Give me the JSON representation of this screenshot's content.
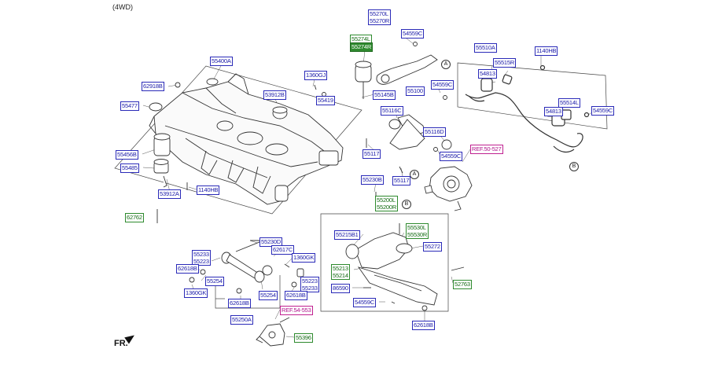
{
  "header": {
    "variant_note": "(4WD)"
  },
  "footer": {
    "direction_label": "FR."
  },
  "labels": {
    "l55400A": "55400A",
    "l62918B": "62918B",
    "l55477": "55477",
    "l55456B": "55456B",
    "l55485": "55485",
    "l53912A": "53912A",
    "l1140HB_a": "1140HB",
    "l62762": "62762",
    "l1360GJ": "1360GJ",
    "l55419": "55419",
    "l53912B": "53912B",
    "l55270L": "55270L",
    "l55270R": "55270R",
    "l55274L": "55274L",
    "l55274R": "55274R",
    "l54559C_a": "54559C",
    "l55145B": "55145B",
    "l55100": "55100",
    "l54559C_b": "54559C",
    "l55116C": "55116C",
    "l55116D": "55116D",
    "l55117_a": "55117",
    "l55117_b": "55117",
    "l54559C_c": "54559C",
    "l55230B": "55230B",
    "l55200L": "55200L",
    "l55200R": "55200R",
    "l55510A": "55510A",
    "l1140HB_b": "1140HB",
    "l55515R": "55515R",
    "l54813_a": "54813",
    "l55514L": "55514L",
    "l54813_b": "54813",
    "l54559C_d": "54559C",
    "lREF50527": "REF.50-527",
    "l55233_a": "55233",
    "l55223_a": "55223",
    "l62618B_a": "62618B",
    "l1360GK_a": "1360GK",
    "l55254_a": "55254",
    "l62618B_b": "62618B",
    "l55250A": "55250A",
    "l55230D": "55230D",
    "l62617C": "62617C",
    "l1360GK_b": "1360GK",
    "l55223_b": "55223",
    "l55233_b": "55233",
    "l62618B_c": "62618B",
    "l55254_b": "55254",
    "l55215B1": "55215B1",
    "l55530L": "55530L",
    "l55530R": "55530R",
    "l55272": "55272",
    "l55213": "55213",
    "l55214": "55214",
    "l86590": "86590",
    "l54559C_e": "54559C",
    "l52763": "52763",
    "l62618B_d": "62618B",
    "lREF54553": "REF.54-553",
    "l55396": "55396"
  },
  "callouts": {
    "A": "A",
    "B": "B"
  },
  "colors": {
    "label_blue": "#1a1aa8",
    "label_green": "#136b13",
    "ref_magenta": "#b0108a",
    "highlight": "#2f8a2f"
  }
}
